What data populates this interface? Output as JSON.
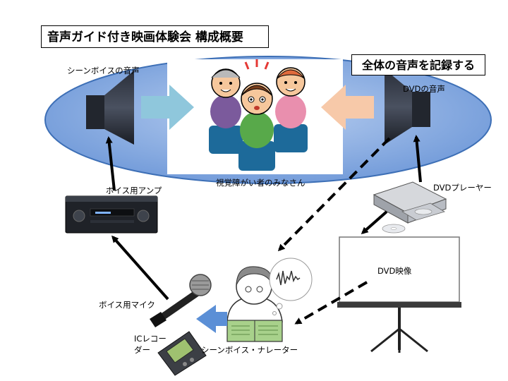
{
  "diagram": {
    "title": "音声ガイド付き映画体験会 構成概要",
    "record_note": "全体の音声を記録する",
    "labels": {
      "scene_voice_audio": "シーンボイスの音声",
      "dvd_audio": "DVDの音声",
      "audience": "視覚障がい者のみなさん",
      "voice_amp": "ボイス用アンプ",
      "dvd_player": "DVDプレーヤー",
      "dvd_video": "DVD映像",
      "voice_mic": "ボイス用マイク",
      "ic_recorder_line1": "ICレコー",
      "ic_recorder_line2": "ダー",
      "narrator": "シーンボイス・ナレーター"
    },
    "colors": {
      "ellipse_fill": "#6e98d8",
      "ellipse_stroke": "#3d6fb6",
      "left_arrow": "#8fc7dc",
      "right_arrow": "#f7c9a9",
      "voice_arrow": "#5b8fd6"
    }
  }
}
